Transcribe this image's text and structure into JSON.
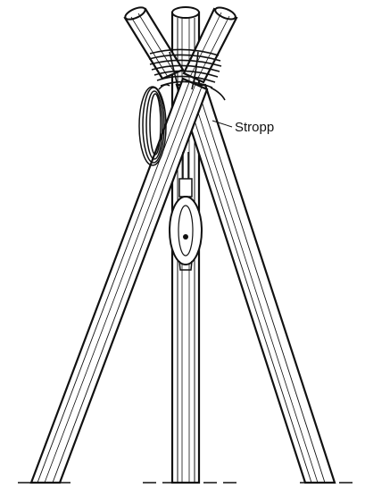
{
  "figure": {
    "label_stropp": "Stropp",
    "ink_color": "#111111",
    "paper_color": "#ffffff",
    "parts": [
      "left-pole",
      "right-pole",
      "center-pole",
      "lashing",
      "coiled-rope",
      "pulley-block",
      "ground-line"
    ]
  }
}
